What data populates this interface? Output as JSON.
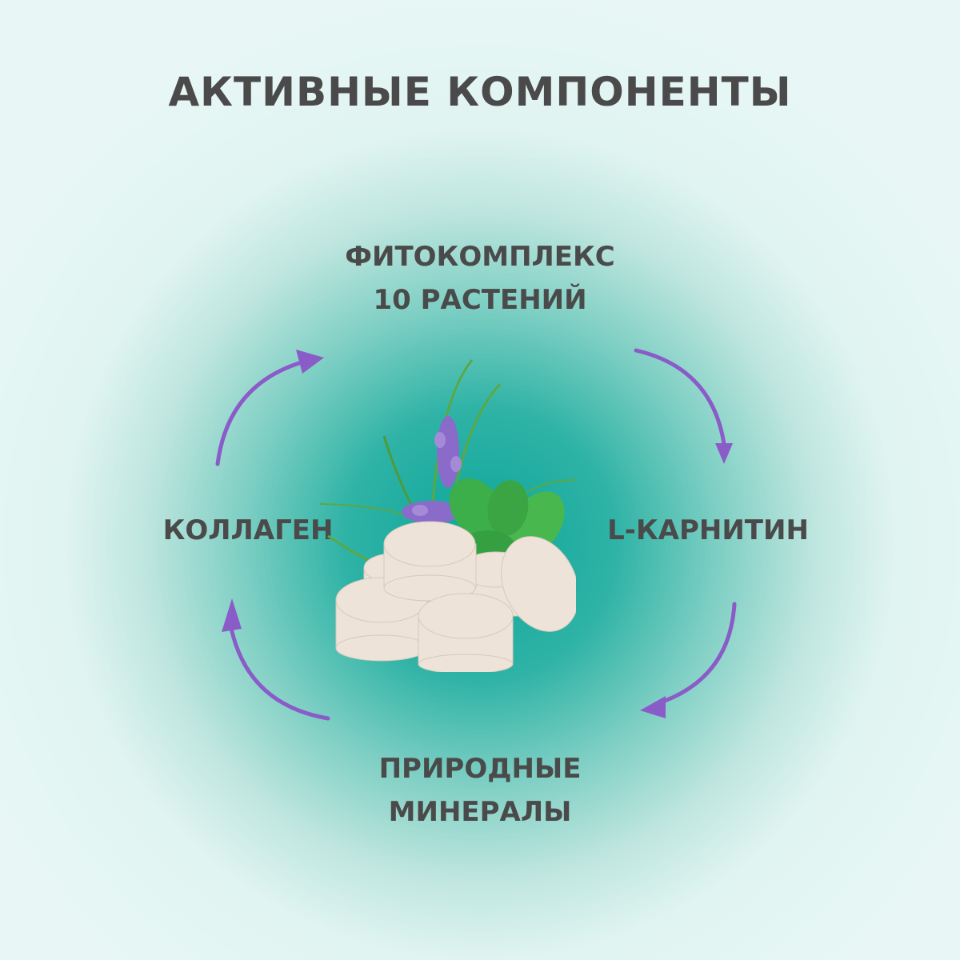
{
  "title": "АКТИВНЫЕ КОМПОНЕНТЫ",
  "components": {
    "top": {
      "line1": "ФИТОКОМПЛЕКС",
      "line2": "10 РАСТЕНИЙ"
    },
    "right": {
      "line1": "L-КАРНИТИН"
    },
    "bottom": {
      "line1": "ПРИРОДНЫЕ",
      "line2": "МИНЕРАЛЫ"
    },
    "left": {
      "line1": "КОЛЛАГЕН"
    }
  },
  "colors": {
    "text": "#4a4a4a",
    "arrow": "#8a5cc8",
    "center_teal": "#0aa699",
    "background": "#e7f7f5"
  },
  "icons": [
    "cycle-arrow-icon",
    "tablets-with-herbs-image"
  ]
}
